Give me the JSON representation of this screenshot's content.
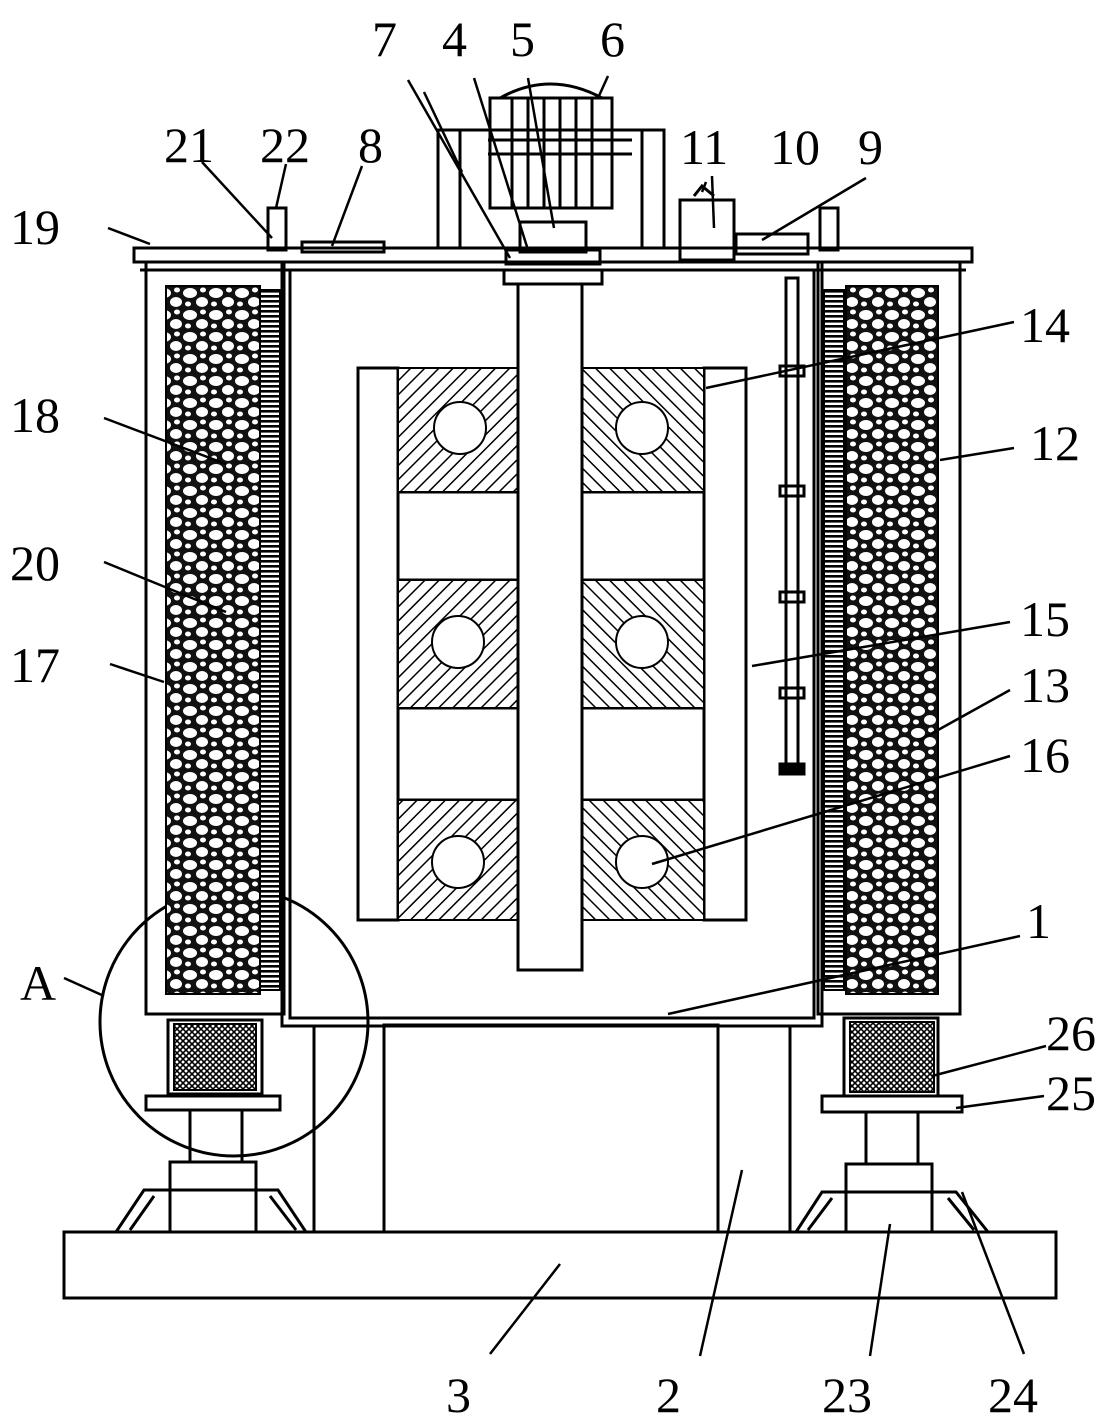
{
  "colors": {
    "line": "#000000",
    "background": "#ffffff"
  },
  "labels": {
    "l1": "1",
    "l2": "2",
    "l3": "3",
    "l4": "4",
    "l5": "5",
    "l6": "6",
    "l7": "7",
    "l8": "8",
    "l9": "9",
    "l10": "10",
    "l11": "11",
    "l12": "12",
    "l13": "13",
    "l14": "14",
    "l15": "15",
    "l16": "16",
    "l17": "17",
    "l18": "18",
    "l19": "19",
    "l20": "20",
    "l21": "21",
    "l22": "22",
    "l23": "23",
    "l24": "24",
    "l25": "25",
    "l26": "26",
    "lA": "A"
  }
}
